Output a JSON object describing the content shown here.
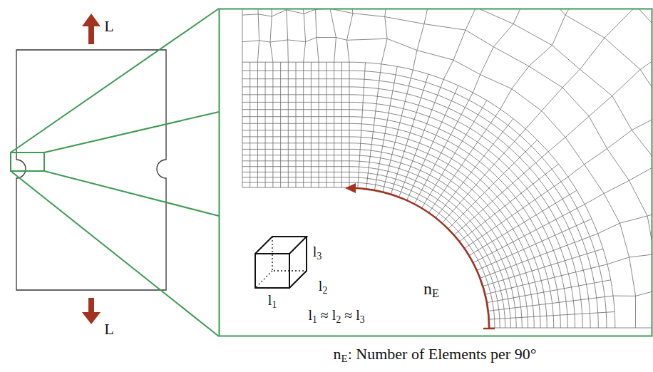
{
  "diagram": {
    "caption": "nE: Number of Elements per 90°",
    "labels": [
      "L",
      "l3",
      "nE",
      "l1",
      "l2",
      "l1 ≈ l2 ≈ l3",
      "L"
    ]
  }
}
